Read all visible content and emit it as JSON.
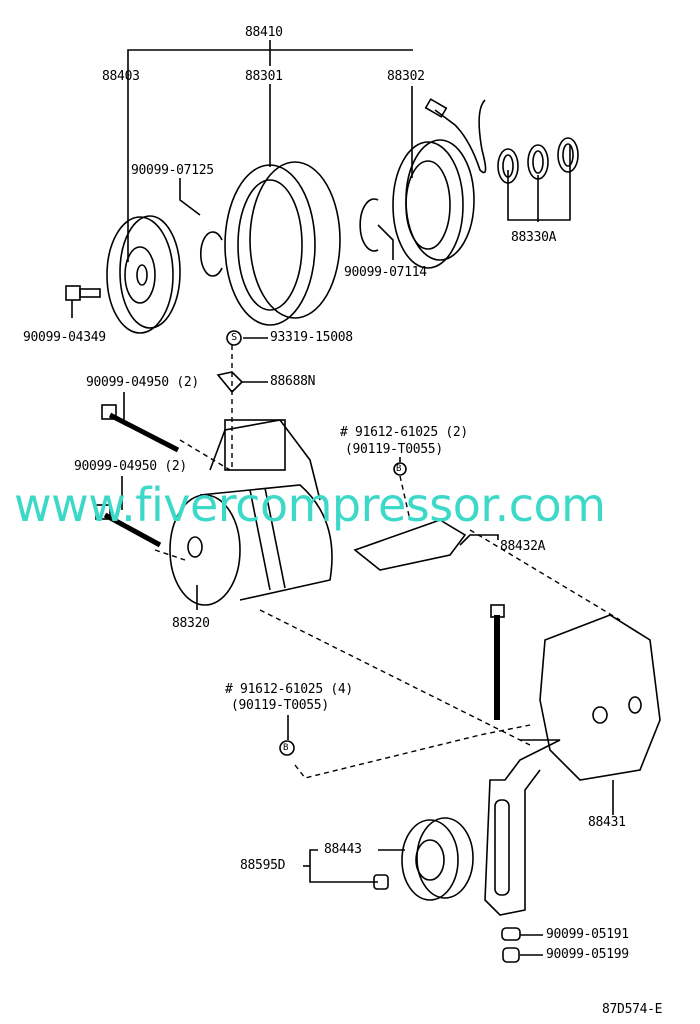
{
  "diagram": {
    "callouts": {
      "assy_clutch": "88410",
      "pressure_plate": "88403",
      "pulley": "88301",
      "stator": "88302",
      "snap_ring_1": "90099-07125",
      "snap_ring_2": "90099-07114",
      "shims": "88330A",
      "bolt_center": "90099-04349",
      "sealer": "93319-15008",
      "sealer_symbol": "S",
      "bracket_small": "88688N",
      "bolt_upper": "90099-04950 (2)",
      "bolt_lower": "90099-04950 (2)",
      "bolt_b1": "# 91612-61025 (2)",
      "bolt_b1_alt": "(90119-T0055)",
      "bolt_b_symbol": "B",
      "stay": "88432A",
      "compressor": "88320",
      "bolt_b2": "# 91612-61025 (4)",
      "bolt_b2_alt": "(90119-T0055)",
      "bracket": "88431",
      "idler_pulley": "88443",
      "idler_assy": "88595D",
      "nut_1": "90099-05191",
      "nut_2": "90099-05199",
      "figure_id": "87D574-E"
    },
    "watermark": "www.fivercompressor.com",
    "watermark_color": "#3dd9c8"
  }
}
